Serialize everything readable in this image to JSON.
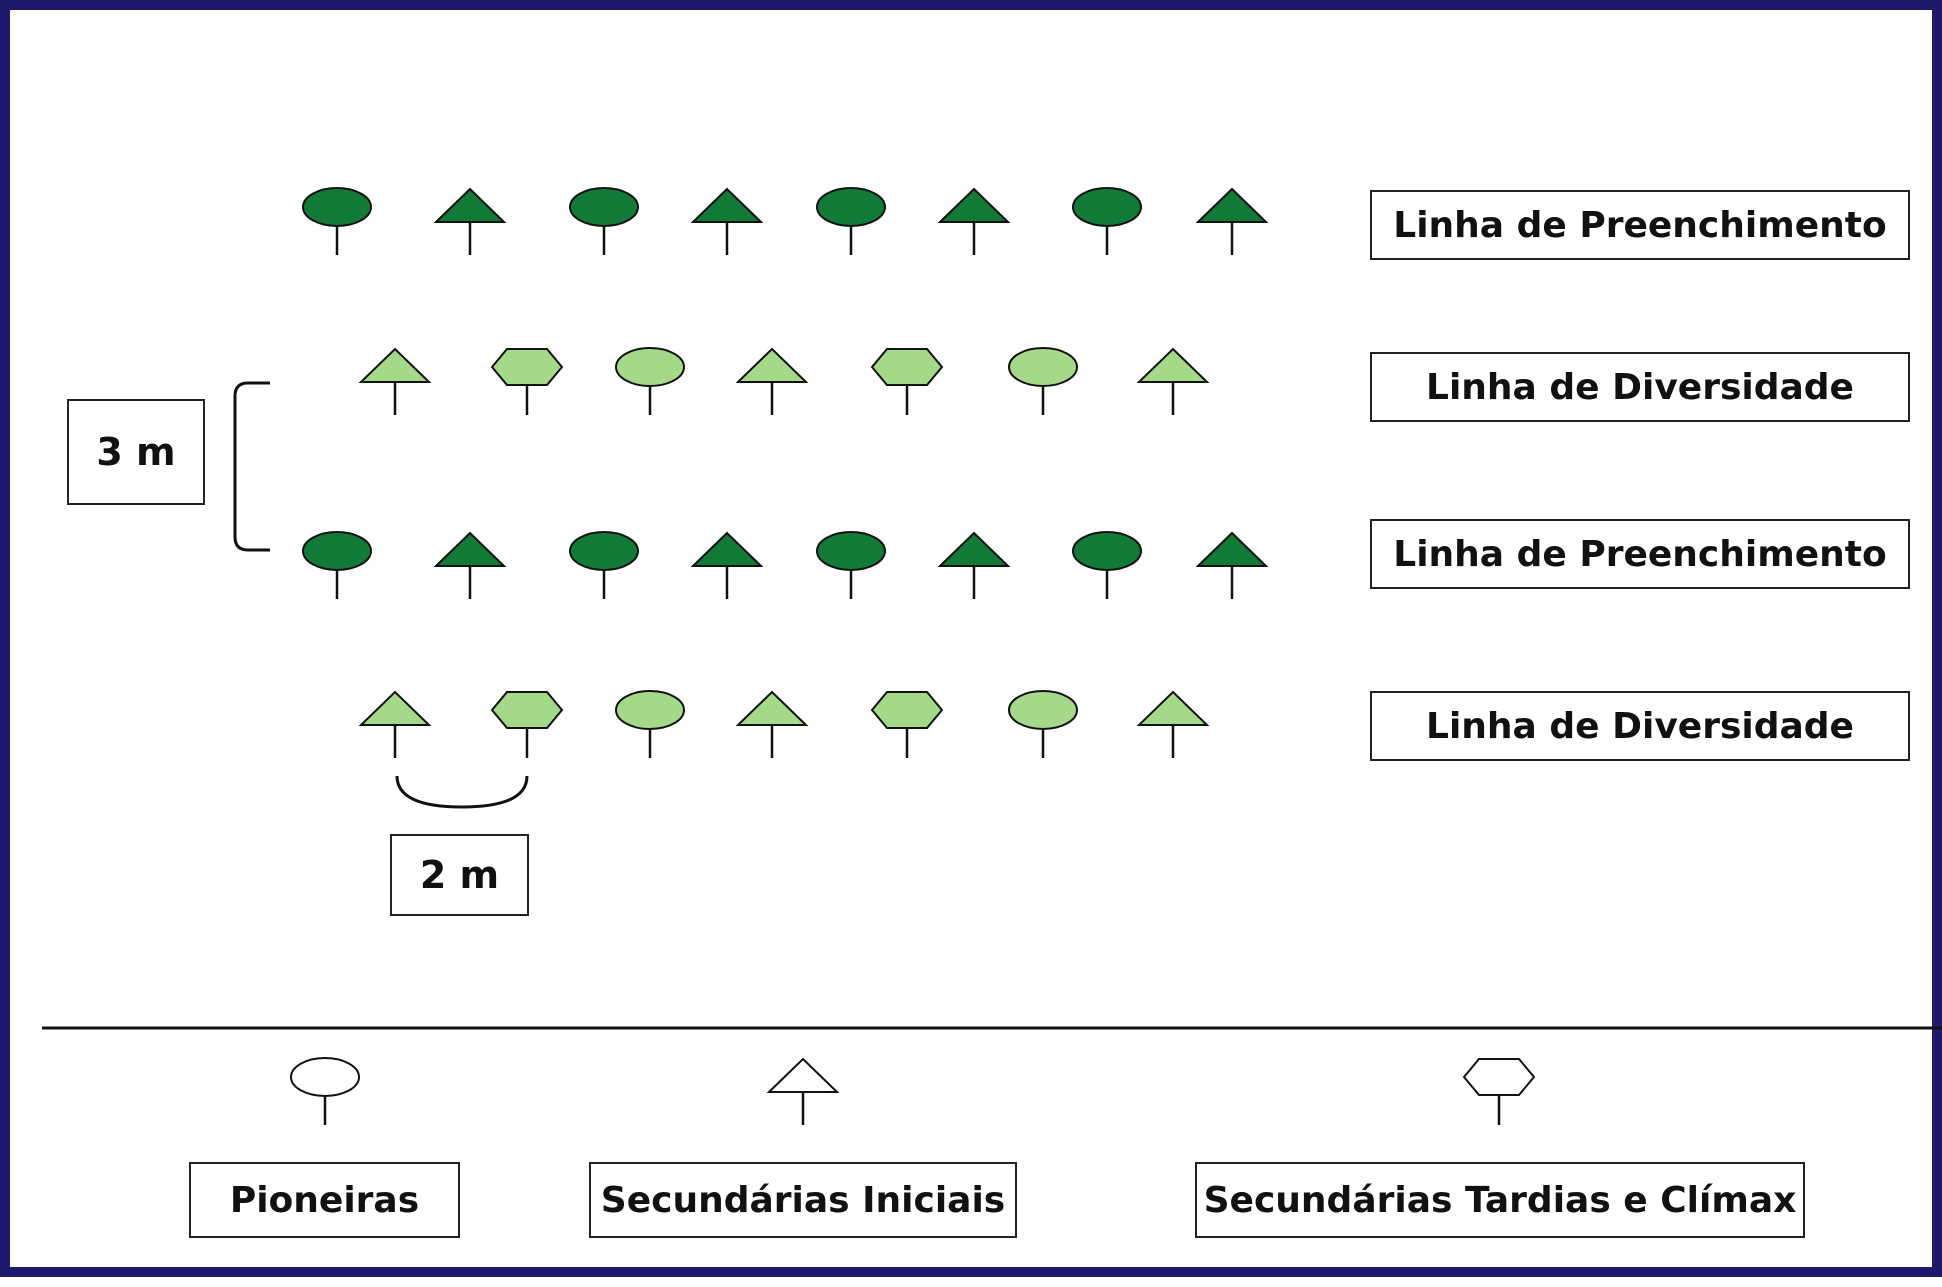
{
  "colors": {
    "fill_line": "#117a37",
    "diversity_line": "#a5d98a",
    "outline": "#111111",
    "frame": "#1f1a6e"
  },
  "rows": [
    {
      "label": "Linha de Preenchimento",
      "kind": "fill",
      "trees": [
        "pioneira",
        "secundaria-inicial",
        "pioneira",
        "secundaria-inicial",
        "pioneira",
        "secundaria-inicial",
        "pioneira",
        "secundaria-inicial"
      ]
    },
    {
      "label": "Linha de Diversidade",
      "kind": "diversity",
      "trees": [
        "secundaria-inicial",
        "secundaria-tardia-climax",
        "pioneira",
        "secundaria-inicial",
        "secundaria-tardia-climax",
        "pioneira",
        "secundaria-inicial"
      ]
    },
    {
      "label": "Linha de Preenchimento",
      "kind": "fill",
      "trees": [
        "pioneira",
        "secundaria-inicial",
        "pioneira",
        "secundaria-inicial",
        "pioneira",
        "secundaria-inicial",
        "pioneira",
        "secundaria-inicial"
      ]
    },
    {
      "label": "Linha de Diversidade",
      "kind": "diversity",
      "trees": [
        "secundaria-inicial",
        "secundaria-tardia-climax",
        "pioneira",
        "secundaria-inicial",
        "secundaria-tardia-climax",
        "pioneira",
        "secundaria-inicial"
      ]
    }
  ],
  "spacing": {
    "between_rows_label": "3 m",
    "between_plants_label": "2 m"
  },
  "legend": [
    {
      "symbol": "pioneira",
      "label": "Pioneiras"
    },
    {
      "symbol": "secundaria-inicial",
      "label": "Secundárias Iniciais"
    },
    {
      "symbol": "secundaria-tardia-climax",
      "label": "Secundárias Tardias e Clímax"
    }
  ]
}
